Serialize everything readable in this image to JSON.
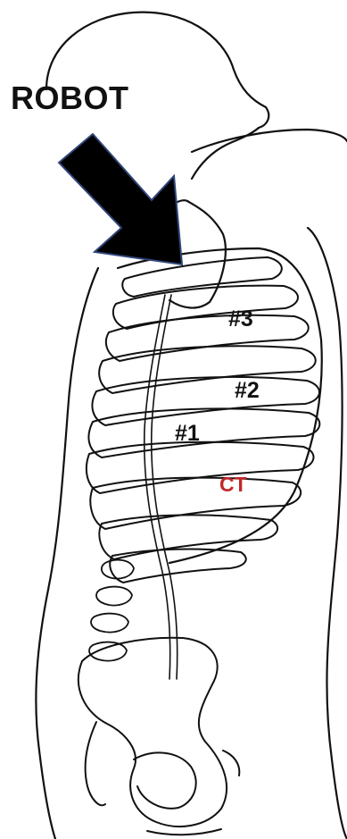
{
  "labels": {
    "robot": "ROBOT",
    "port_3": "#3",
    "port_2": "#2",
    "port_1": "#1",
    "ct": "CT"
  },
  "colors": {
    "line_art": "#111111",
    "ct_label": "#c0282a",
    "arrow_fill": "#000000",
    "arrow_stroke": "#2f4478",
    "background": "#ffffff"
  },
  "icons": {
    "arrow": "arrow-down-right-icon"
  }
}
